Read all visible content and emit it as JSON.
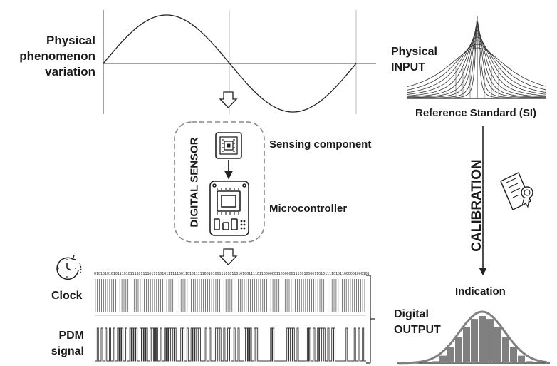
{
  "labels": {
    "physical_variation_line1": "Physical",
    "physical_variation_line2": "phenomenon",
    "physical_variation_line3": "variation",
    "physical_input_line1": "Physical",
    "physical_input_line2": "INPUT",
    "reference_standard": "Reference Standard (SI)",
    "digital_sensor": "DIGITAL SENSOR",
    "sensing_component": "Sensing component",
    "microcontroller": "Microcontroller",
    "calibration": "CALIBRATION",
    "indication": "Indication",
    "digital_output_line1": "Digital",
    "digital_output_line2": "OUTPUT",
    "clock": "Clock",
    "pdm_line1": "PDM",
    "pdm_line2": "signal",
    "bitstream": "0101010101011101011110111101111010111111001101011111001010011101011010100111101100000011000000111101000011010111101011000001000101010"
  },
  "icons": {
    "stopwatch": "stopwatch-icon",
    "chip": "chip-icon",
    "microcontroller_board": "microcontroller-board-icon",
    "certificate": "certificate-icon"
  },
  "colors": {
    "line": "#333333",
    "histogram_bar": "#808080",
    "gaussian_curve": "#808080",
    "dashed_box": "#888888"
  }
}
